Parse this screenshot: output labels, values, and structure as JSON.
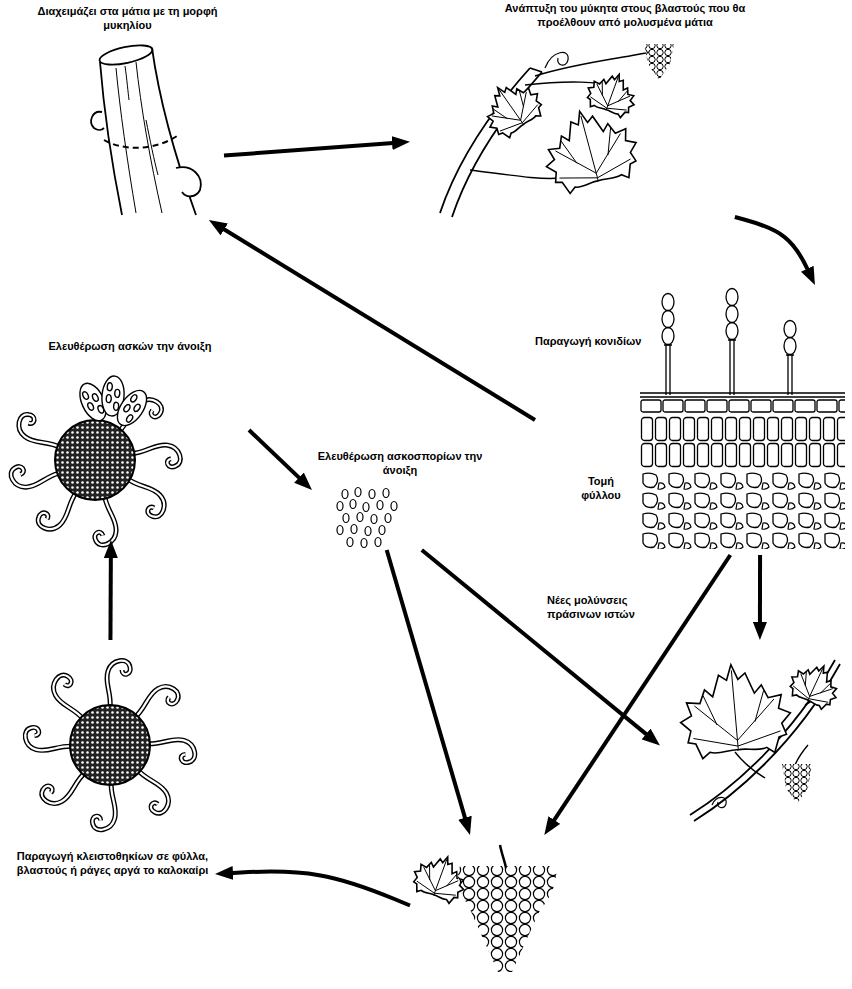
{
  "diagram": {
    "nodes": [
      {
        "text": [
          "Διαχειμάζει στα μάτια με τη μορφή μυκηλίου"
        ]
      },
      {
        "text": [
          "Ανάπτυξη του μύκητα στους βλαστούς που θα προέλθουν από μολυσμένα μάτια"
        ]
      },
      {
        "text": [
          "Παραγωγή κονιδίων",
          "Τομή φύλλου"
        ]
      },
      {
        "text": [
          "Ελευθέρωση ασκών την άνοιξη"
        ]
      },
      {
        "text": [
          "Ελευθέρωση ασκοσπορίων την άνοιξη"
        ]
      },
      {
        "text": [
          "Νέες μολύνσεις πράσινων ιστών"
        ]
      },
      {
        "text": [
          "Παραγωγή κλειστοθηκίων σε φύλλα, βλαστούς ή ράγες αργά το καλοκαίρι"
        ]
      },
      {
        "text": []
      }
    ],
    "edges": [
      {
        "from": 0,
        "to": 1,
        "arrow": "to"
      },
      {
        "from": 1,
        "to": 2,
        "arrow": "to"
      },
      {
        "from": 2,
        "to": 0,
        "arrow": "to"
      },
      {
        "from": 3,
        "to": 4,
        "arrow": "to"
      },
      {
        "from": 4,
        "to": 7,
        "arrow": "to"
      },
      {
        "from": 4,
        "to": 5,
        "arrow": "to"
      },
      {
        "from": 2,
        "to": 7,
        "arrow": "to"
      },
      {
        "from": 2,
        "to": 5,
        "arrow": "to"
      },
      {
        "from": 7,
        "to": 6,
        "arrow": "to"
      },
      {
        "from": 6,
        "to": 3,
        "arrow": "to"
      }
    ]
  }
}
